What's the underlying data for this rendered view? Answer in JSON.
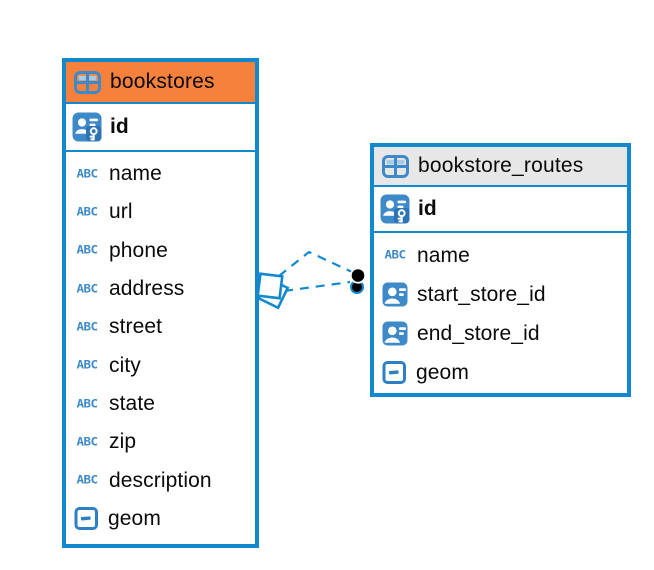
{
  "diagram": {
    "kind": "entity-relationship-diagram",
    "background": "#ffffff",
    "colors": {
      "table_border": "#1389cd",
      "bookstores_header": "#f5813c",
      "routes_header": "#e7e7e7",
      "icon_blue": "#3e8ac8",
      "relation_line": "#1389cd",
      "text": "#0a0a0a"
    }
  },
  "tables": [
    {
      "title": "bookstores",
      "title_icon": "table-icon",
      "header_color": "#f5813c",
      "primary_key": {
        "name": "id",
        "icon": "primary-key-icon"
      },
      "columns": [
        {
          "name": "name",
          "icon": "text-abc-icon"
        },
        {
          "name": "url",
          "icon": "text-abc-icon"
        },
        {
          "name": "phone",
          "icon": "text-abc-icon"
        },
        {
          "name": "address",
          "icon": "text-abc-icon"
        },
        {
          "name": "street",
          "icon": "text-abc-icon"
        },
        {
          "name": "city",
          "icon": "text-abc-icon"
        },
        {
          "name": "state",
          "icon": "text-abc-icon"
        },
        {
          "name": "zip",
          "icon": "text-abc-icon"
        },
        {
          "name": "description",
          "icon": "text-abc-icon"
        },
        {
          "name": "geom",
          "icon": "geometry-icon"
        }
      ]
    },
    {
      "title": "bookstore_routes",
      "title_icon": "table-icon",
      "header_color": "#e7e7e7",
      "primary_key": {
        "name": "id",
        "icon": "primary-key-icon"
      },
      "columns": [
        {
          "name": "name",
          "icon": "text-abc-icon"
        },
        {
          "name": "start_store_id",
          "icon": "foreign-key-column-icon"
        },
        {
          "name": "end_store_id",
          "icon": "foreign-key-column-icon"
        },
        {
          "name": "geom",
          "icon": "geometry-icon"
        }
      ]
    }
  ],
  "relationships": [
    {
      "from": "bookstore_routes.start_store_id",
      "to": "bookstores.id",
      "line_style": "dashed"
    },
    {
      "from": "bookstore_routes.end_store_id",
      "to": "bookstores.id",
      "line_style": "dashed"
    }
  ]
}
